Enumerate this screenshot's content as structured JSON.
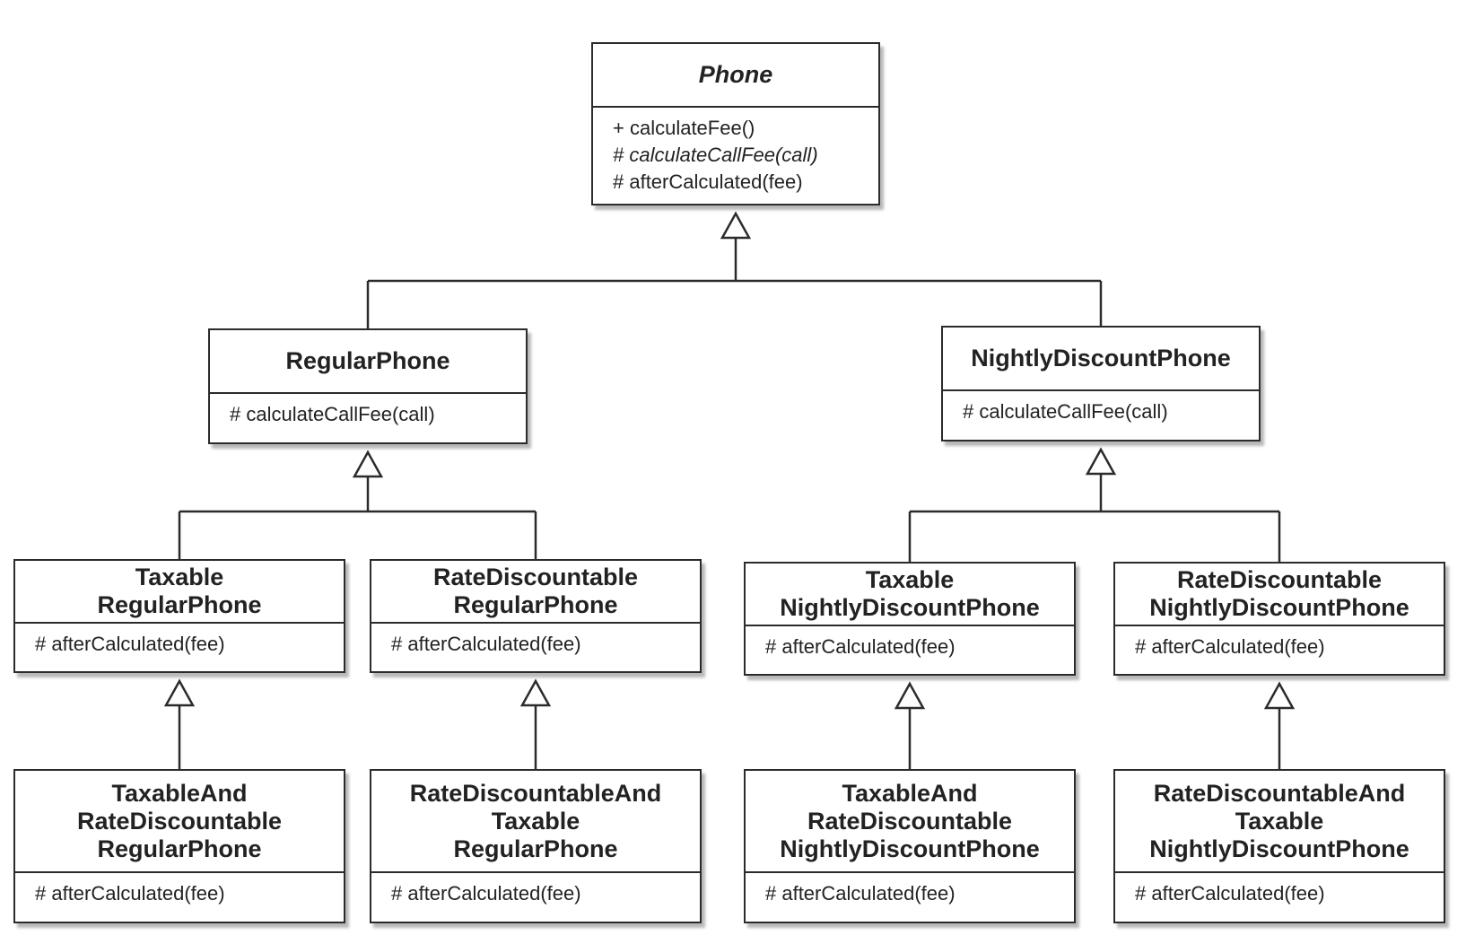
{
  "diagram": {
    "type": "uml-class-diagram",
    "colors": {
      "line": "#2b2b2b",
      "text": "#222222",
      "background": "#ffffff"
    },
    "classes": [
      {
        "id": "phone",
        "name": "Phone",
        "abstract": true,
        "operations": [
          {
            "text": "+ calculateFee()",
            "abstract": false
          },
          {
            "text": "# calculateCallFee(call)",
            "abstract": true
          },
          {
            "text": "# afterCalculated(fee)",
            "abstract": false
          }
        ]
      },
      {
        "id": "regular",
        "name": "RegularPhone",
        "abstract": false,
        "operations": [
          {
            "text": "# calculateCallFee(call)",
            "abstract": false
          }
        ]
      },
      {
        "id": "nightly",
        "name": "NightlyDiscountPhone",
        "abstract": false,
        "operations": [
          {
            "text": "# calculateCallFee(call)",
            "abstract": false
          }
        ]
      },
      {
        "id": "taxable-regular",
        "name": "Taxable\nRegularPhone",
        "abstract": false,
        "operations": [
          {
            "text": "# afterCalculated(fee)",
            "abstract": false
          }
        ]
      },
      {
        "id": "rate-regular",
        "name": "RateDiscountable\nRegularPhone",
        "abstract": false,
        "operations": [
          {
            "text": "# afterCalculated(fee)",
            "abstract": false
          }
        ]
      },
      {
        "id": "taxable-nightly",
        "name": "Taxable\nNightlyDiscountPhone",
        "abstract": false,
        "operations": [
          {
            "text": "# afterCalculated(fee)",
            "abstract": false
          }
        ]
      },
      {
        "id": "rate-nightly",
        "name": "RateDiscountable\nNightlyDiscountPhone",
        "abstract": false,
        "operations": [
          {
            "text": "# afterCalculated(fee)",
            "abstract": false
          }
        ]
      },
      {
        "id": "taxable-rate-regular",
        "name": "TaxableAnd\nRateDiscountable\nRegularPhone",
        "abstract": false,
        "operations": [
          {
            "text": "# afterCalculated(fee)",
            "abstract": false
          }
        ]
      },
      {
        "id": "rate-taxable-regular",
        "name": "RateDiscountableAnd\nTaxable\nRegularPhone",
        "abstract": false,
        "operations": [
          {
            "text": "# afterCalculated(fee)",
            "abstract": false
          }
        ]
      },
      {
        "id": "taxable-rate-nightly",
        "name": "TaxableAnd\nRateDiscountable\nNightlyDiscountPhone",
        "abstract": false,
        "operations": [
          {
            "text": "# afterCalculated(fee)",
            "abstract": false
          }
        ]
      },
      {
        "id": "rate-taxable-nightly",
        "name": "RateDiscountableAnd\nTaxable\nNightlyDiscountPhone",
        "abstract": false,
        "operations": [
          {
            "text": "# afterCalculated(fee)",
            "abstract": false
          }
        ]
      }
    ],
    "inheritance": [
      {
        "parent": "phone",
        "children": [
          "regular",
          "nightly"
        ]
      },
      {
        "parent": "regular",
        "children": [
          "taxable-regular",
          "rate-regular"
        ]
      },
      {
        "parent": "nightly",
        "children": [
          "taxable-nightly",
          "rate-nightly"
        ]
      },
      {
        "parent": "taxable-regular",
        "children": [
          "taxable-rate-regular"
        ]
      },
      {
        "parent": "rate-regular",
        "children": [
          "rate-taxable-regular"
        ]
      },
      {
        "parent": "taxable-nightly",
        "children": [
          "taxable-rate-nightly"
        ]
      },
      {
        "parent": "rate-nightly",
        "children": [
          "rate-taxable-nightly"
        ]
      }
    ]
  }
}
